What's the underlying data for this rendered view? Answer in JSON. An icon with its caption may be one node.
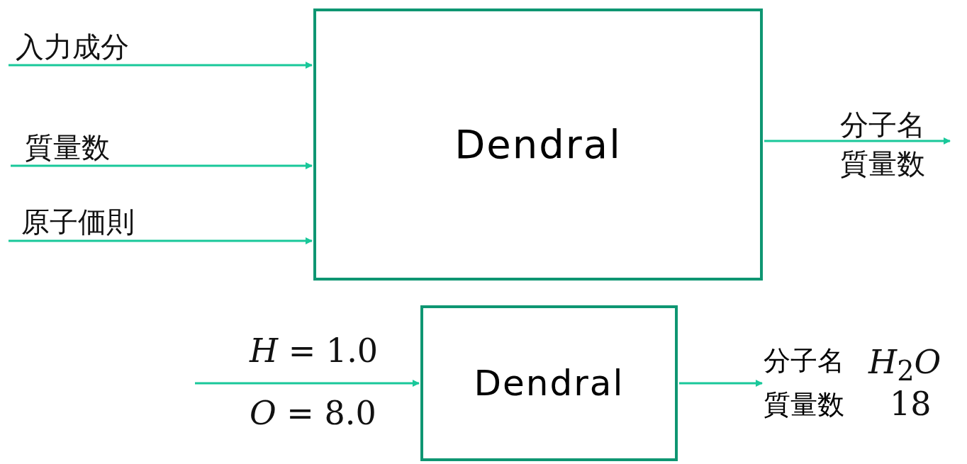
{
  "diagram": {
    "nodes": [
      {
        "text": [
          "Dendral"
        ]
      },
      {
        "text": [
          "Dendral"
        ]
      },
      {
        "text": [
          "分子名",
          "質量数"
        ]
      }
    ],
    "edges": [
      {
        "from": null,
        "to": 0,
        "arrow": "to",
        "label": "入力成分"
      },
      {
        "from": null,
        "to": 0,
        "arrow": "to",
        "label": "質量数"
      },
      {
        "from": null,
        "to": 0,
        "arrow": "to",
        "label": "原子価則"
      },
      {
        "from": 0,
        "to": null,
        "arrow": "to"
      },
      {
        "from": null,
        "to": 1,
        "arrow": "to"
      },
      {
        "from": 1,
        "to": 2,
        "arrow": "to"
      }
    ],
    "labels": [
      "分子名",
      "質量数",
      "*H* = 1.0",
      "*O* = 8.0",
      "*H*$_{2}$*O*",
      "18"
    ]
  }
}
